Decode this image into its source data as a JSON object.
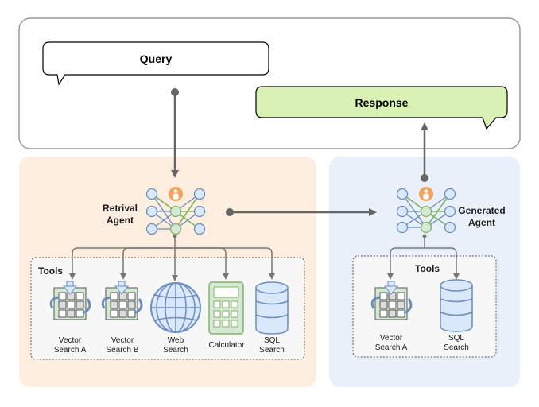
{
  "query": {
    "label": "Query"
  },
  "response": {
    "label": "Response"
  },
  "retrieval_agent": {
    "line1": "Retrival",
    "line2": "Agent"
  },
  "generated_agent": {
    "line1": "Generated",
    "line2": "Agent"
  },
  "left_tools": {
    "title": "Tools",
    "vector_a": {
      "line1": "Vector",
      "line2": "Search A"
    },
    "vector_b": {
      "line1": "Vector",
      "line2": "Search B"
    },
    "web": {
      "line1": "Web",
      "line2": "Search"
    },
    "calculator": {
      "line1": "Calculator"
    },
    "sql": {
      "line1": "SQL",
      "line2": "Search"
    }
  },
  "right_tools": {
    "title": "Tools",
    "vector_a": {
      "line1": "Vector",
      "line2": "Search A"
    },
    "sql": {
      "line1": "SQL",
      "line2": "Search"
    }
  },
  "colors": {
    "left_panel": "#fdeee0",
    "right_panel": "#e9f0fa",
    "response_fill": "#d9f1b5",
    "node_blue": "#dae8fc",
    "node_blue_stroke": "#6c8ebf",
    "node_green": "#d5e8d4",
    "node_green_stroke": "#82b366",
    "person_orange": "#f5a25d",
    "arrow": "#666666"
  }
}
